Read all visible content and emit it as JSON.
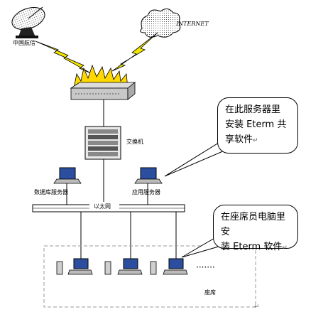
{
  "labels": {
    "china_aviation": "中国航信",
    "internet": "INTERNET",
    "switch": "交换机",
    "data_server": "数据库服务器",
    "app_server": "应用服务器",
    "ethernet": "以太网",
    "seats": "座席",
    "ellipsis": "·······"
  },
  "callouts": {
    "server_note_line1": "在此服务器里",
    "server_note_line2": "安装 Eterm 共",
    "server_note_line3": "享软件",
    "seat_note_line1": "在座席员电脑里安",
    "seat_note_line2": "装 Eterm 软件",
    "return_mark": "↵"
  },
  "colors": {
    "lightning": "#f2e600",
    "fire": "#ffd800",
    "monitor_screen": "#2b4f9e",
    "line": "#000000"
  }
}
